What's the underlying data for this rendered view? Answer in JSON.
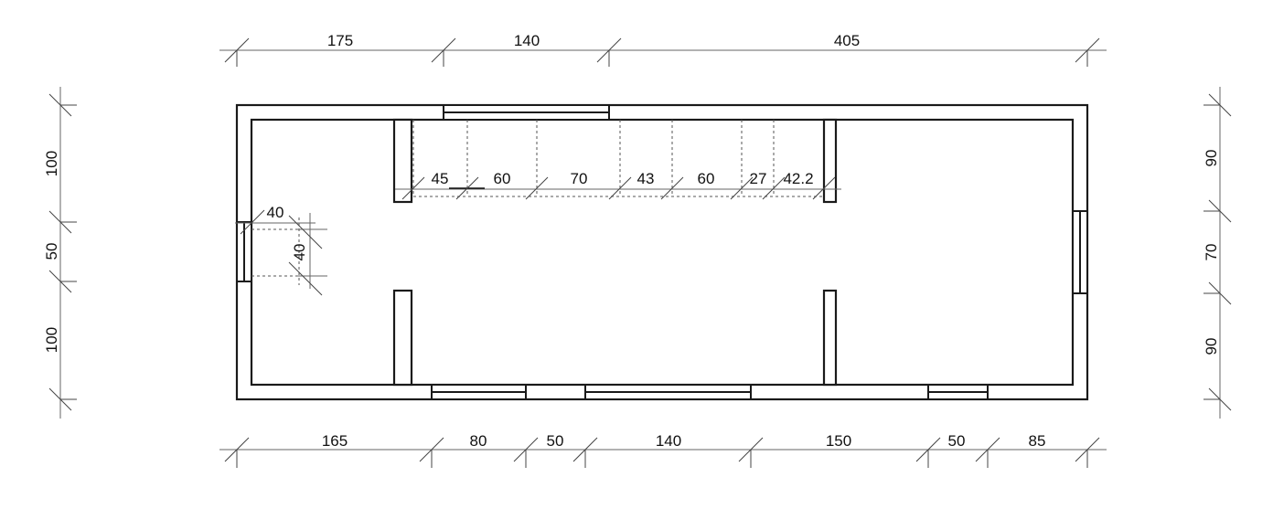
{
  "drawing": {
    "type": "floor-plan",
    "units": "cm",
    "colors": {
      "wall": "#1a1a1a",
      "dimension_line": "#666666",
      "background": "#ffffff"
    }
  },
  "dimensions": {
    "top": [
      "175",
      "140",
      "405"
    ],
    "bottom": [
      "165",
      "80",
      "50",
      "140",
      "150",
      "50",
      "85"
    ],
    "left": [
      "100",
      "50",
      "100"
    ],
    "right": [
      "90",
      "70",
      "90"
    ],
    "interior_row": [
      "45",
      "60",
      "70",
      "43",
      "60",
      "27",
      "42.2"
    ],
    "left_window_offset": "40",
    "left_window_height": "40"
  },
  "elements": {
    "windows": [
      {
        "side": "top",
        "span_label": "140"
      },
      {
        "side": "left",
        "span_label": "50"
      },
      {
        "side": "right",
        "span_label": "70"
      },
      {
        "side": "bottom",
        "span_label": "80"
      },
      {
        "side": "bottom",
        "span_label": "140"
      },
      {
        "side": "bottom",
        "span_label": "50"
      }
    ],
    "pillars": 4
  }
}
